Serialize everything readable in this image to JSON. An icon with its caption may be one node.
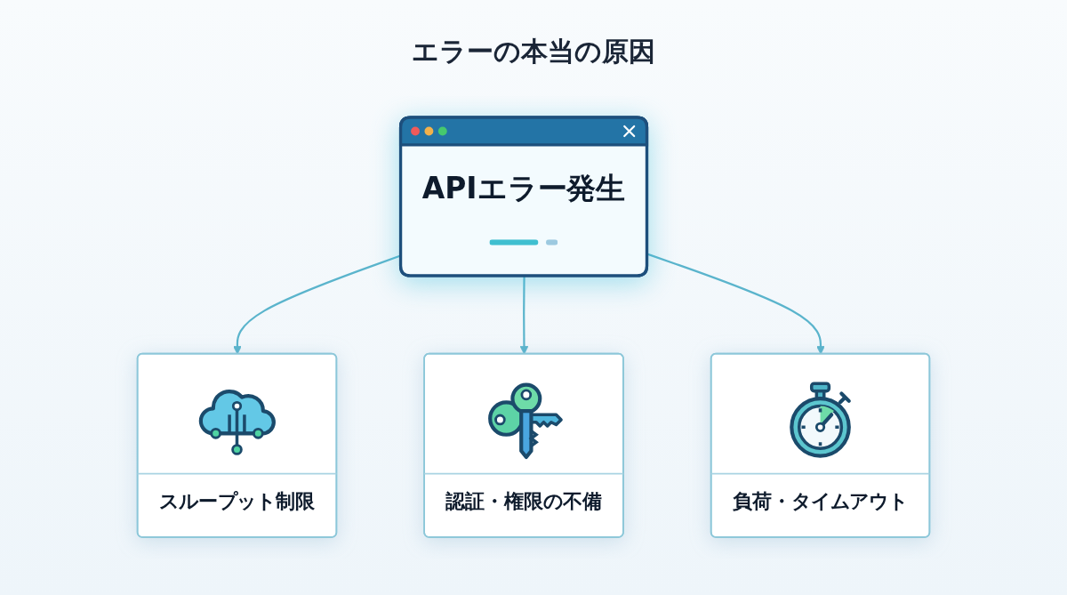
{
  "diagram": {
    "title": "エラーの本当の原因",
    "nodes": [
      {
        "text": [
          "APIエラー発生"
        ]
      },
      {
        "text": [
          "スループット制限"
        ]
      },
      {
        "text": [
          "認証・権限の不備"
        ]
      },
      {
        "text": [
          "負荷・タイムアウト"
        ]
      }
    ],
    "edges": [
      {
        "from": 0,
        "to": 1,
        "arrow": "to"
      },
      {
        "from": 0,
        "to": 2,
        "arrow": "to"
      },
      {
        "from": 0,
        "to": 3,
        "arrow": "to"
      }
    ]
  }
}
